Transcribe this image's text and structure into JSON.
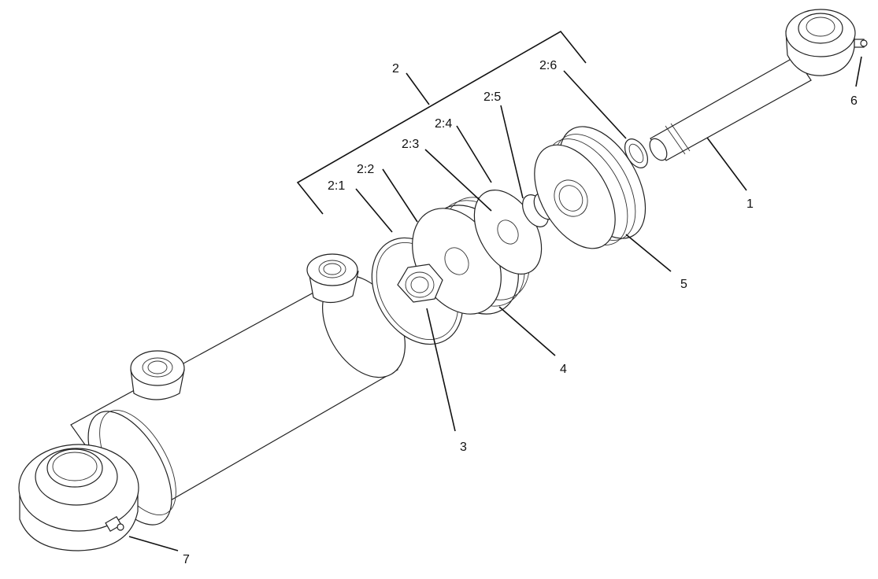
{
  "labels": {
    "l1": "1",
    "l2": "2",
    "l2_1": "2:1",
    "l2_2": "2:2",
    "l2_3": "2:3",
    "l2_4": "2:4",
    "l2_5": "2:5",
    "l2_6": "2:6",
    "l3": "3",
    "l4": "4",
    "l5": "5",
    "l6": "6",
    "l7": "7"
  }
}
